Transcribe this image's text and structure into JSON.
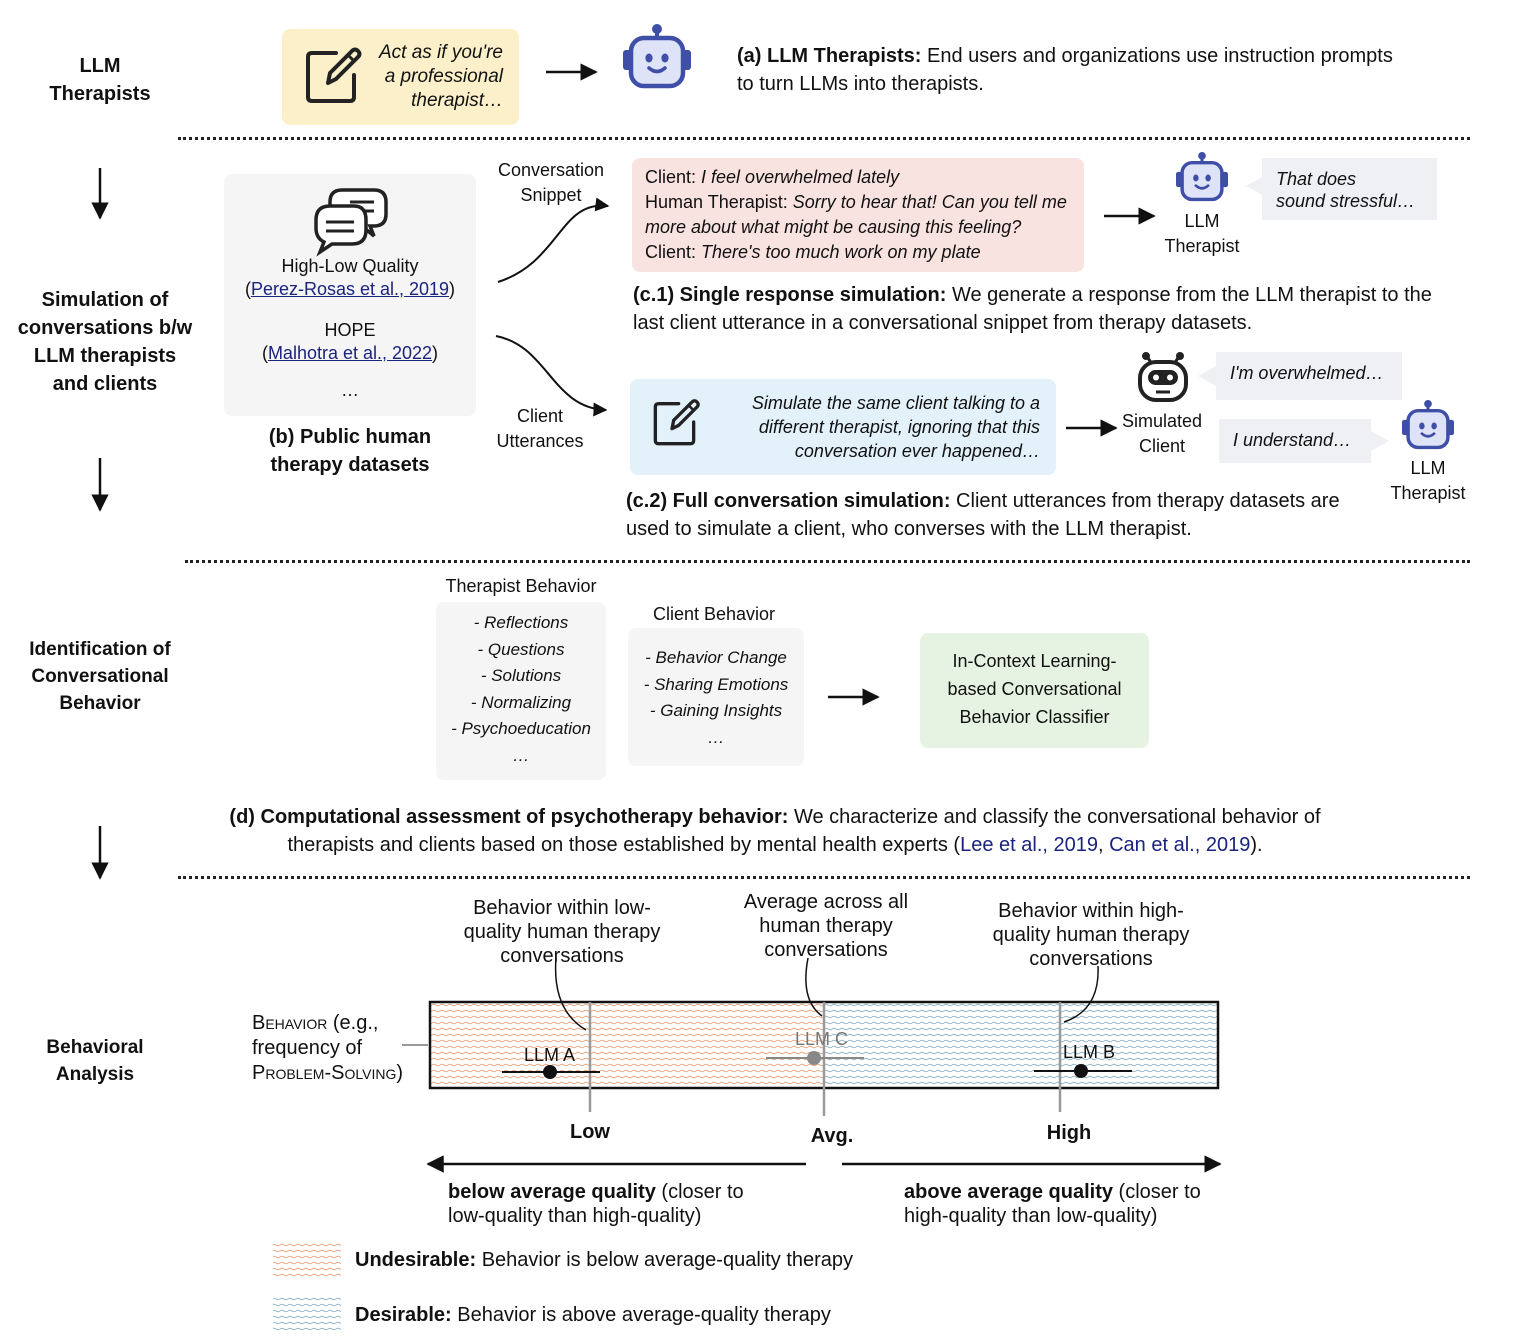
{
  "stages": {
    "llm_therapists": "LLM\nTherapists",
    "simulation": "Simulation of\nconversations b/w\nLLM therapists\nand clients",
    "identification": "Identification of\nConversational\nBehavior",
    "analysis": "Behavioral\nAnalysis"
  },
  "section_a": {
    "prompt": "Act as if you're\na professional\ntherapist…",
    "caption_bold": "(a) LLM Therapists:",
    "caption_text": " End users and organizations use instruction prompts to turn LLMs into therapists."
  },
  "section_b": {
    "dataset1_name": "High-Low Quality",
    "dataset1_cite": "Perez-Rosas et al., 2019",
    "dataset2_name": "HOPE",
    "dataset2_cite": "Malhotra et al., 2022",
    "ellipsis": "…",
    "paren_open": "(",
    "paren_close": ")",
    "caption": "(b) Public human\ntherapy datasets"
  },
  "section_c1": {
    "arrow_label": "Conversation\nSnippet",
    "client_label": "Client:",
    "client_line1": " I feel overwhelmed lately",
    "therapist_label": "Human Therapist:",
    "therapist_line": " Sorry to hear that! Can you tell me more about what might be causing this feeling?",
    "client_line2": " There's too much work on my plate",
    "llm_label": "LLM\nTherapist",
    "bubble": "That does\nsound stressful…",
    "caption_bold": "(c.1) Single response simulation:",
    "caption_text": " We generate a response from the LLM therapist to the last client utterance in a conversational snippet from therapy datasets."
  },
  "section_c2": {
    "arrow_label": "Client\nUtterances",
    "prompt": "Simulate the same client talking to a\ndifferent therapist, ignoring that this\nconversation ever happened…",
    "sim_client_label": "Simulated\nClient",
    "bubble_client": "I'm overwhelmed…",
    "bubble_therapist": "I understand…",
    "llm_label": "LLM\nTherapist",
    "caption_bold": "(c.2) Full conversation simulation:",
    "caption_text": " Client utterances from therapy datasets are used to simulate a client, who converses with the LLM therapist."
  },
  "section_d": {
    "therapist_title": "Therapist Behavior",
    "therapist_items": [
      "- Reflections",
      "- Questions",
      "- Solutions",
      "- Normalizing",
      "- Psychoeducation",
      "…"
    ],
    "client_title": "Client Behavior",
    "client_items": [
      "- Behavior Change",
      "- Sharing Emotions",
      "- Gaining Insights",
      "…"
    ],
    "classifier": "In-Context Learning-\nbased Conversational\nBehavior Classifier",
    "caption_bold": "(d) Computational assessment of psychotherapy behavior:",
    "caption_text1": " We characterize and classify the conversational behavior of",
    "caption_text2": "therapists and clients based on those established by mental health experts (",
    "cite1": "Lee et al., 2019",
    "comma": ", ",
    "cite2": "Can et al., 2019",
    "caption_end": ")."
  },
  "section_e": {
    "low_note": "Behavior within low-\nquality human therapy\nconversations",
    "avg_note": "Average across all\nhuman therapy\nconversations",
    "high_note": "Behavior within high-\nquality human therapy\nconversations",
    "axis_label_sc1": "Behavior",
    "axis_label_mid": " (e.g.,\nfrequency of\n",
    "axis_label_sc2": "Problem-Solving",
    "axis_label_end": ")",
    "llm_a": "LLM A",
    "llm_b": "LLM B",
    "llm_c": "LLM C",
    "low": "Low",
    "avg": "Avg.",
    "high": "High",
    "below_bold": "below average quality",
    "below_text": " (closer to\nlow-quality than high-quality)",
    "above_bold": "above average quality",
    "above_text": " (closer to\nhigh-quality than low-quality)",
    "legend_undesirable_bold": "Undesirable:",
    "legend_undesirable_text": " Behavior is below average-quality therapy",
    "legend_desirable_bold": "Desirable:",
    "legend_desirable_text": " Behavior is above average-quality therapy"
  },
  "colors": {
    "prompt_yellow": "#fbf0c9",
    "snippet_pink": "#f8e3e1",
    "prompt_blue": "#e3f1fb",
    "classifier_green": "#e6f3e2",
    "dataset_gray": "#f5f5f5",
    "undesirable_hatch": "#e9a27a",
    "desirable_hatch": "#8fb1c6",
    "robot_blue": "#3f4fa8",
    "robot_light": "#dfe3f7"
  }
}
